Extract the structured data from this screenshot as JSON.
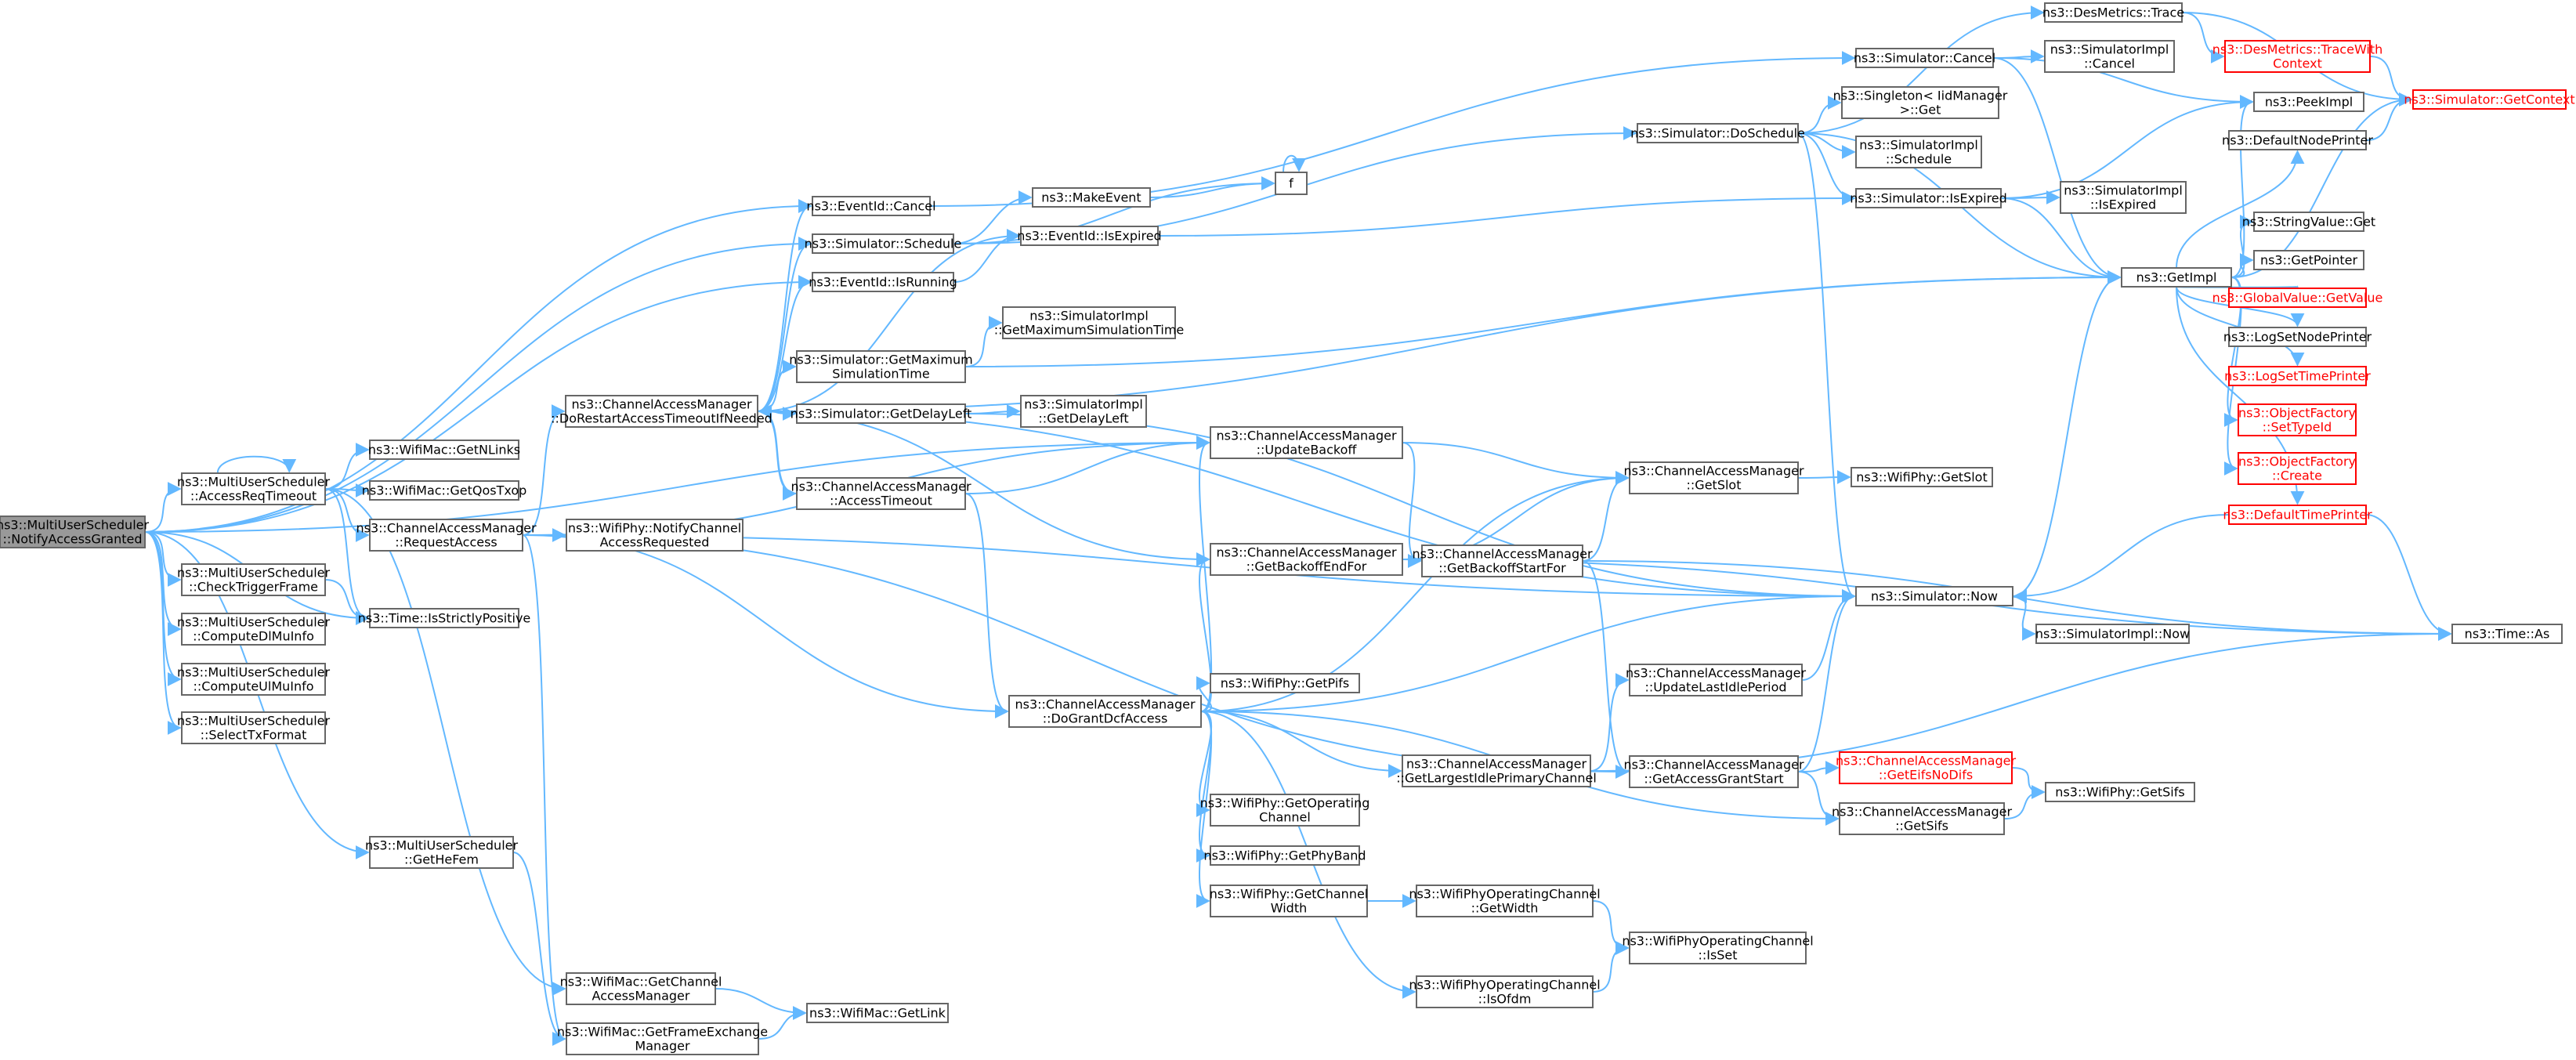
{
  "graph": {
    "colors": {
      "edge": "#63b8ff",
      "node_border": "#666666",
      "root_fill": "#999999",
      "link_red": "#ff0000"
    },
    "nodes": [
      {
        "id": "root",
        "lines": [
          "ns3::MultiUserScheduler",
          "::NotifyAccessGranted"
        ],
        "style": "root"
      },
      {
        "id": "art",
        "lines": [
          "ns3::MultiUserScheduler",
          "::AccessReqTimeout"
        ]
      },
      {
        "id": "ctf",
        "lines": [
          "ns3::MultiUserScheduler",
          "::CheckTriggerFrame"
        ]
      },
      {
        "id": "cdl",
        "lines": [
          "ns3::MultiUserScheduler",
          "::ComputeDlMuInfo"
        ]
      },
      {
        "id": "cul",
        "lines": [
          "ns3::MultiUserScheduler",
          "::ComputeUlMuInfo"
        ]
      },
      {
        "id": "stf",
        "lines": [
          "ns3::MultiUserScheduler",
          "::SelectTxFormat"
        ]
      },
      {
        "id": "ghf",
        "lines": [
          "ns3::MultiUserScheduler",
          "::GetHeFem"
        ]
      },
      {
        "id": "gnl",
        "lines": [
          "ns3::WifiMac::GetNLinks"
        ]
      },
      {
        "id": "gqt",
        "lines": [
          "ns3::WifiMac::GetQosTxop"
        ]
      },
      {
        "id": "cra",
        "lines": [
          "ns3::ChannelAccessManager",
          "::RequestAccess"
        ]
      },
      {
        "id": "isp",
        "lines": [
          "ns3::Time::IsStrictlyPositive"
        ]
      },
      {
        "id": "gcam",
        "lines": [
          "ns3::WifiMac::GetChannel",
          "AccessManager"
        ]
      },
      {
        "id": "gfem",
        "lines": [
          "ns3::WifiMac::GetFrameExchange",
          "Manager"
        ]
      },
      {
        "id": "glink",
        "lines": [
          "ns3::WifiMac::GetLink"
        ]
      },
      {
        "id": "ncar",
        "lines": [
          "ns3::WifiPhy::NotifyChannel",
          "AccessRequested"
        ]
      },
      {
        "id": "drat",
        "lines": [
          "ns3::ChannelAccessManager",
          "::DoRestartAccessTimeoutIfNeeded"
        ]
      },
      {
        "id": "ecancel",
        "lines": [
          "ns3::EventId::Cancel"
        ]
      },
      {
        "id": "ssched",
        "lines": [
          "ns3::Simulator::Schedule"
        ]
      },
      {
        "id": "erun",
        "lines": [
          "ns3::EventId::IsRunning"
        ]
      },
      {
        "id": "sgmax",
        "lines": [
          "ns3::Simulator::GetMaximum",
          "SimulationTime"
        ]
      },
      {
        "id": "sgdl",
        "lines": [
          "ns3::Simulator::GetDelayLeft"
        ]
      },
      {
        "id": "cat",
        "lines": [
          "ns3::ChannelAccessManager",
          "::AccessTimeout"
        ]
      },
      {
        "id": "mkev",
        "lines": [
          "ns3::MakeEvent"
        ]
      },
      {
        "id": "eexp",
        "lines": [
          "ns3::EventId::IsExpired"
        ]
      },
      {
        "id": "f",
        "lines": [
          "f"
        ]
      },
      {
        "id": "sigmax",
        "lines": [
          "ns3::SimulatorImpl",
          "::GetMaximumSimulationTime"
        ]
      },
      {
        "id": "sigdl",
        "lines": [
          "ns3::SimulatorImpl",
          "::GetDelayLeft"
        ]
      },
      {
        "id": "cub",
        "lines": [
          "ns3::ChannelAccessManager",
          "::UpdateBackoff"
        ]
      },
      {
        "id": "cgbe",
        "lines": [
          "ns3::ChannelAccessManager",
          "::GetBackoffEndFor"
        ]
      },
      {
        "id": "cgdcf",
        "lines": [
          "ns3::ChannelAccessManager",
          "::DoGrantDcfAccess"
        ]
      },
      {
        "id": "gpifs",
        "lines": [
          "ns3::WifiPhy::GetPifs"
        ]
      },
      {
        "id": "goch",
        "lines": [
          "ns3::WifiPhy::GetOperating",
          "Channel"
        ]
      },
      {
        "id": "gpb",
        "lines": [
          "ns3::WifiPhy::GetPhyBand"
        ]
      },
      {
        "id": "gcw",
        "lines": [
          "ns3::WifiPhy::GetChannel",
          "Width"
        ]
      },
      {
        "id": "cglip",
        "lines": [
          "ns3::ChannelAccessManager",
          "::GetLargestIdlePrimaryChannel"
        ]
      },
      {
        "id": "wgw",
        "lines": [
          "ns3::WifiPhyOperatingChannel",
          "::GetWidth"
        ]
      },
      {
        "id": "wiso",
        "lines": [
          "ns3::WifiPhyOperatingChannel",
          "::IsOfdm"
        ]
      },
      {
        "id": "wisset",
        "lines": [
          "ns3::WifiPhyOperatingChannel",
          "::IsSet"
        ]
      },
      {
        "id": "cgbs",
        "lines": [
          "ns3::ChannelAccessManager",
          "::GetBackoffStartFor"
        ]
      },
      {
        "id": "cgslot",
        "lines": [
          "ns3::ChannelAccessManager",
          "::GetSlot"
        ]
      },
      {
        "id": "gslot",
        "lines": [
          "ns3::WifiPhy::GetSlot"
        ]
      },
      {
        "id": "culip",
        "lines": [
          "ns3::ChannelAccessManager",
          "::UpdateLastIdlePeriod"
        ]
      },
      {
        "id": "cgags",
        "lines": [
          "ns3::ChannelAccessManager",
          "::GetAccessGrantStart"
        ]
      },
      {
        "id": "cgeifs",
        "lines": [
          "ns3::ChannelAccessManager",
          "::GetEifsNoDifs"
        ],
        "style": "red"
      },
      {
        "id": "cgsifs",
        "lines": [
          "ns3::ChannelAccessManager",
          "::GetSifs"
        ]
      },
      {
        "id": "gsifs",
        "lines": [
          "ns3::WifiPhy::GetSifs"
        ]
      },
      {
        "id": "snow",
        "lines": [
          "ns3::Simulator::Now"
        ]
      },
      {
        "id": "sinow",
        "lines": [
          "ns3::SimulatorImpl::Now"
        ]
      },
      {
        "id": "scancel",
        "lines": [
          "ns3::Simulator::Cancel"
        ]
      },
      {
        "id": "sicancel",
        "lines": [
          "ns3::SimulatorImpl",
          "::Cancel"
        ]
      },
      {
        "id": "sdosched",
        "lines": [
          "ns3::Simulator::DoSchedule"
        ]
      },
      {
        "id": "singget",
        "lines": [
          "ns3::Singleton< IidManager",
          ">::Get"
        ]
      },
      {
        "id": "sisched",
        "lines": [
          "ns3::SimulatorImpl",
          "::Schedule"
        ]
      },
      {
        "id": "sisexp",
        "lines": [
          "ns3::Simulator::IsExpired"
        ]
      },
      {
        "id": "siisexp",
        "lines": [
          "ns3::SimulatorImpl",
          "::IsExpired"
        ]
      },
      {
        "id": "dmtrace",
        "lines": [
          "ns3::DesMetrics::Trace"
        ]
      },
      {
        "id": "dmtwc",
        "lines": [
          "ns3::DesMetrics::TraceWith",
          "Context"
        ],
        "style": "red"
      },
      {
        "id": "getimpl",
        "lines": [
          "ns3::GetImpl"
        ]
      },
      {
        "id": "peek",
        "lines": [
          "ns3::PeekImpl"
        ]
      },
      {
        "id": "dnp",
        "lines": [
          "ns3::DefaultNodePrinter"
        ]
      },
      {
        "id": "svget",
        "lines": [
          "ns3::StringValue::Get"
        ]
      },
      {
        "id": "getptr",
        "lines": [
          "ns3::GetPointer"
        ]
      },
      {
        "id": "gvgv",
        "lines": [
          "ns3::GlobalValue::GetValue"
        ],
        "style": "red"
      },
      {
        "id": "lsnp",
        "lines": [
          "ns3::LogSetNodePrinter"
        ]
      },
      {
        "id": "lstp",
        "lines": [
          "ns3::LogSetTimePrinter"
        ],
        "style": "red"
      },
      {
        "id": "ofsti",
        "lines": [
          "ns3::ObjectFactory",
          "::SetTypeId"
        ],
        "style": "red"
      },
      {
        "id": "ofcreate",
        "lines": [
          "ns3::ObjectFactory",
          "::Create"
        ],
        "style": "red"
      },
      {
        "id": "dtp",
        "lines": [
          "ns3::DefaultTimePrinter"
        ],
        "style": "red"
      },
      {
        "id": "sgctx",
        "lines": [
          "ns3::Simulator::GetContext"
        ],
        "style": "red"
      },
      {
        "id": "timeas",
        "lines": [
          "ns3::Time::As"
        ]
      }
    ],
    "edges": [
      [
        "root",
        "art"
      ],
      [
        "root",
        "ctf"
      ],
      [
        "root",
        "cdl"
      ],
      [
        "root",
        "cul"
      ],
      [
        "root",
        "stf"
      ],
      [
        "root",
        "ghf"
      ],
      [
        "root",
        "ecancel"
      ],
      [
        "root",
        "ssched"
      ],
      [
        "root",
        "erun"
      ],
      [
        "root",
        "cub"
      ],
      [
        "root",
        "isp"
      ],
      [
        "art",
        "art"
      ],
      [
        "art",
        "gnl"
      ],
      [
        "art",
        "gqt"
      ],
      [
        "art",
        "cra"
      ],
      [
        "art",
        "isp"
      ],
      [
        "art",
        "gcam"
      ],
      [
        "ctf",
        "isp"
      ],
      [
        "ghf",
        "gfem"
      ],
      [
        "gcam",
        "glink"
      ],
      [
        "gfem",
        "glink"
      ],
      [
        "cra",
        "ncar"
      ],
      [
        "cra",
        "drat"
      ],
      [
        "cra",
        "cgdcf"
      ],
      [
        "cra",
        "cgags"
      ],
      [
        "cra",
        "gfem"
      ],
      [
        "cra",
        "snow"
      ],
      [
        "cra",
        "cub"
      ],
      [
        "drat",
        "ecancel"
      ],
      [
        "drat",
        "ssched"
      ],
      [
        "drat",
        "erun"
      ],
      [
        "drat",
        "sgmax"
      ],
      [
        "drat",
        "sgdl"
      ],
      [
        "drat",
        "cat"
      ],
      [
        "drat",
        "eexp"
      ],
      [
        "drat",
        "cgbe"
      ],
      [
        "drat",
        "getimpl"
      ],
      [
        "drat",
        "snow"
      ],
      [
        "cat",
        "drat"
      ],
      [
        "cat",
        "cgdcf"
      ],
      [
        "cat",
        "cub"
      ],
      [
        "ecancel",
        "scancel"
      ],
      [
        "ssched",
        "mkev"
      ],
      [
        "ssched",
        "f"
      ],
      [
        "ssched",
        "sdosched"
      ],
      [
        "mkev",
        "f"
      ],
      [
        "f",
        "f"
      ],
      [
        "erun",
        "eexp"
      ],
      [
        "eexp",
        "sisexp"
      ],
      [
        "sgmax",
        "sigmax"
      ],
      [
        "sgmax",
        "getimpl"
      ],
      [
        "sgdl",
        "sigdl"
      ],
      [
        "sgdl",
        "snow"
      ],
      [
        "cgdcf",
        "cgbe"
      ],
      [
        "cgdcf",
        "gpifs"
      ],
      [
        "cgdcf",
        "goch"
      ],
      [
        "cgdcf",
        "gpb"
      ],
      [
        "cgdcf",
        "gcw"
      ],
      [
        "cgdcf",
        "cglip"
      ],
      [
        "cgdcf",
        "wiso"
      ],
      [
        "cgdcf",
        "cgsifs"
      ],
      [
        "cgdcf",
        "snow"
      ],
      [
        "cgdcf",
        "cgslot"
      ],
      [
        "cgdcf",
        "cub"
      ],
      [
        "cub",
        "cgslot"
      ],
      [
        "cub",
        "cgbs"
      ],
      [
        "cgbe",
        "cgbs"
      ],
      [
        "cgbe",
        "cgslot"
      ],
      [
        "cgbe",
        "timeas"
      ],
      [
        "cgbs",
        "cgslot"
      ],
      [
        "cgbs",
        "cgags"
      ],
      [
        "cgbs",
        "timeas"
      ],
      [
        "cgslot",
        "gslot"
      ],
      [
        "gcw",
        "wgw"
      ],
      [
        "wgw",
        "wisset"
      ],
      [
        "wiso",
        "wisset"
      ],
      [
        "cglip",
        "culip"
      ],
      [
        "cglip",
        "timeas"
      ],
      [
        "culip",
        "snow"
      ],
      [
        "cgags",
        "cgeifs"
      ],
      [
        "cgags",
        "cgsifs"
      ],
      [
        "cgags",
        "snow"
      ],
      [
        "cgeifs",
        "gsifs"
      ],
      [
        "cgsifs",
        "gsifs"
      ],
      [
        "snow",
        "sinow"
      ],
      [
        "snow",
        "getimpl"
      ],
      [
        "scancel",
        "sicancel"
      ],
      [
        "scancel",
        "peek"
      ],
      [
        "scancel",
        "getimpl"
      ],
      [
        "sdosched",
        "singget"
      ],
      [
        "sdosched",
        "sisched"
      ],
      [
        "sdosched",
        "dmtrace"
      ],
      [
        "sdosched",
        "getimpl"
      ],
      [
        "sdosched",
        "snow"
      ],
      [
        "sdosched",
        "sisexp"
      ],
      [
        "sisexp",
        "siisexp"
      ],
      [
        "sisexp",
        "getimpl"
      ],
      [
        "sisexp",
        "peek"
      ],
      [
        "dmtrace",
        "dmtwc"
      ],
      [
        "dmtrace",
        "sgctx"
      ],
      [
        "dmtwc",
        "sgctx"
      ],
      [
        "getimpl",
        "peek"
      ],
      [
        "getimpl",
        "dnp"
      ],
      [
        "getimpl",
        "svget"
      ],
      [
        "getimpl",
        "getptr"
      ],
      [
        "getimpl",
        "gvgv"
      ],
      [
        "getimpl",
        "lsnp"
      ],
      [
        "getimpl",
        "lstp"
      ],
      [
        "getimpl",
        "ofsti"
      ],
      [
        "getimpl",
        "ofcreate"
      ],
      [
        "getimpl",
        "dtp"
      ],
      [
        "getimpl",
        "sgctx"
      ],
      [
        "dnp",
        "sgctx"
      ],
      [
        "dtp",
        "timeas"
      ],
      [
        "dtp",
        "snow"
      ]
    ]
  }
}
